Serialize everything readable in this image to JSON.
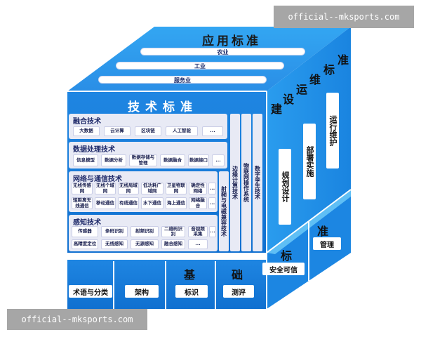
{
  "watermark_text": "official--mksports.com",
  "top": {
    "title": "应用标准",
    "bands": [
      "农业",
      "工业",
      "服务业"
    ]
  },
  "tech": {
    "title": "技术标准",
    "layers": [
      {
        "title": "融合技术",
        "cells": [
          "大数据",
          "云计算",
          "区块链",
          "人工智能",
          "..."
        ]
      },
      {
        "title": "数据处理技术",
        "cells": [
          "信息模型",
          "数据分析",
          "数据存储与管理",
          "数据融合",
          "数据接口",
          "..."
        ]
      },
      {
        "title": "网络与通信技术",
        "cells": [
          "无线传感网",
          "无线个域网",
          "无线局域网",
          "低功耗广域网",
          "卫星物联网",
          "确定性网络",
          "...",
          "短距离无线通信",
          "移动通信",
          "有线通信",
          "水下通信",
          "海上通信",
          "网络融合",
          "..."
        ]
      },
      {
        "title": "感知技术",
        "cells": [
          "传感器",
          "条码识别",
          "射频识别",
          "二维码识别",
          "音视频采集",
          "...",
          "高精度定位",
          "无线感知",
          "无源感知",
          "融合感知",
          "..."
        ]
      }
    ],
    "columns": [
      "射频与电磁兼容技术",
      "边缘计算技术",
      "物联网操作系统",
      "数字孪生技术"
    ]
  },
  "right": {
    "diag_title": [
      "建",
      "设",
      "运",
      "维",
      "标",
      "准"
    ],
    "items": [
      "规划设计",
      "部署实施",
      "运行维护"
    ]
  },
  "lower_right": {
    "chars": [
      "标",
      "准"
    ],
    "items": [
      "安全可信",
      "管理"
    ]
  },
  "base": {
    "chars": [
      "基",
      "础"
    ],
    "items": [
      "术语与分类",
      "架构",
      "标识",
      "测评"
    ]
  }
}
